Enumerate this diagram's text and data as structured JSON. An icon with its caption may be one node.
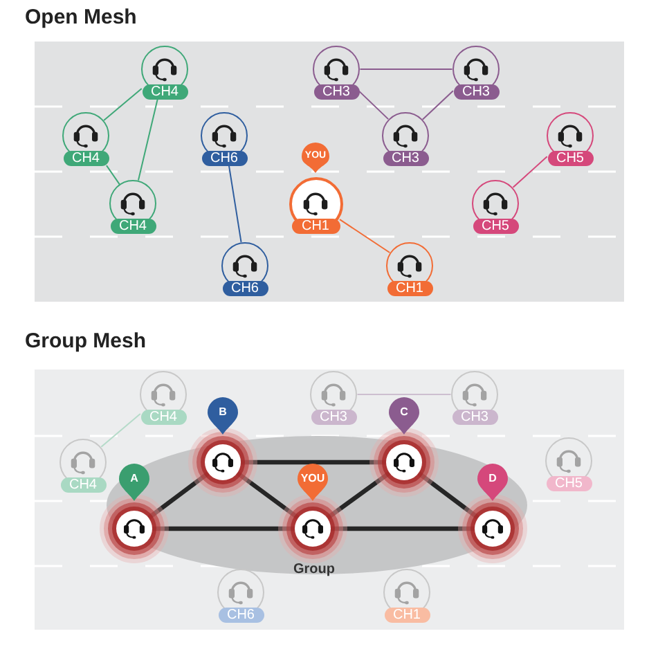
{
  "diagram": {
    "nodes": [
      {
        "text": [
          "Open Mesh"
        ]
      },
      {
        "text": [
          "CH4"
        ],
        "in": 0
      },
      {
        "text": [
          "CH3"
        ],
        "in": 0
      },
      {
        "text": [
          "CH3"
        ],
        "in": 0
      },
      {
        "text": [
          "CH4"
        ],
        "in": 0
      },
      {
        "text": [
          "CH6"
        ],
        "in": 0
      },
      {
        "text": [
          "CH3"
        ],
        "in": 0
      },
      {
        "text": [
          "CH5"
        ],
        "in": 0
      },
      {
        "text": [
          "CH4"
        ],
        "in": 0
      },
      {
        "text": [
          "CH1"
        ],
        "beside": [
          "YOU"
        ],
        "in": 0
      },
      {
        "text": [
          "CH5"
        ],
        "in": 0
      },
      {
        "text": [
          "CH6"
        ],
        "in": 0
      },
      {
        "text": [
          "CH1"
        ],
        "in": 0
      },
      {
        "text": [
          "Group Mesh"
        ]
      },
      {
        "text": [
          "CH4"
        ],
        "in": 13
      },
      {
        "text": [
          "CH3"
        ],
        "in": 13
      },
      {
        "text": [
          "CH3"
        ],
        "in": 13
      },
      {
        "text": [
          "CH4"
        ],
        "in": 13
      },
      {
        "text": [
          "CH5"
        ],
        "in": 13
      },
      {
        "text": [
          "Group"
        ],
        "in": 13
      },
      {
        "text": [],
        "shape": "circle",
        "beside": [
          "B"
        ],
        "in": 19
      },
      {
        "text": [],
        "shape": "circle",
        "beside": [
          "C"
        ],
        "in": 19
      },
      {
        "text": [],
        "shape": "circle",
        "beside": [
          "A"
        ],
        "in": 19
      },
      {
        "text": [],
        "shape": "circle",
        "beside": [
          "YOU"
        ],
        "in": 19
      },
      {
        "text": [],
        "shape": "circle",
        "beside": [
          "D"
        ],
        "in": 19
      },
      {
        "text": [
          "CH6"
        ],
        "in": 13
      },
      {
        "text": [
          "CH1"
        ],
        "in": 13
      }
    ],
    "edges": [
      {
        "from": 1,
        "to": 4,
        "arrow": "none",
        "color": "#3fa878"
      },
      {
        "from": 1,
        "to": 8,
        "arrow": "none",
        "color": "#3fa878"
      },
      {
        "from": 4,
        "to": 8,
        "arrow": "none",
        "color": "#3fa878"
      },
      {
        "from": 2,
        "to": 3,
        "arrow": "none",
        "color": "#8b5c8f"
      },
      {
        "from": 2,
        "to": 6,
        "arrow": "none",
        "color": "#8b5c8f"
      },
      {
        "from": 3,
        "to": 6,
        "arrow": "none",
        "color": "#8b5c8f"
      },
      {
        "from": 5,
        "to": 11,
        "arrow": "none",
        "color": "#2f5e9f"
      },
      {
        "from": 7,
        "to": 10,
        "arrow": "none",
        "color": "#d5487b"
      },
      {
        "from": 9,
        "to": 12,
        "arrow": "none",
        "color": "#f26c35"
      },
      {
        "from": 14,
        "to": 17,
        "arrow": "none",
        "color": "#b5dbc9"
      },
      {
        "from": 15,
        "to": 16,
        "arrow": "none",
        "color": "#cdbfd0"
      },
      {
        "from": 22,
        "to": 20,
        "arrow": "none",
        "style": "thick"
      },
      {
        "from": 20,
        "to": 21,
        "arrow": "none",
        "style": "thick"
      },
      {
        "from": 20,
        "to": 23,
        "arrow": "none",
        "style": "thick"
      },
      {
        "from": 23,
        "to": 21,
        "arrow": "none",
        "style": "thick"
      },
      {
        "from": 21,
        "to": 24,
        "arrow": "none",
        "style": "thick"
      },
      {
        "from": 22,
        "to": 23,
        "arrow": "none",
        "style": "thick"
      },
      {
        "from": 23,
        "to": 24,
        "arrow": "none",
        "style": "thick"
      }
    ]
  }
}
